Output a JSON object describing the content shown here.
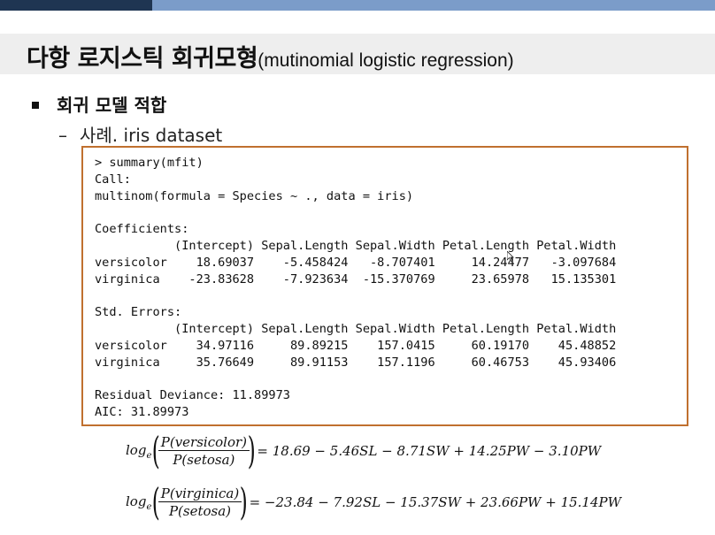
{
  "slide": {
    "title_korean": "다항 로지스틱 회귀모형",
    "title_english": "(mutinomial logistic regression)",
    "bullet": "회귀 모델 적합",
    "sub_bullet_dash": "–",
    "sub_bullet": "사례. iris dataset"
  },
  "console": {
    "lines": [
      "> summary(mfit)",
      "Call:",
      "multinom(formula = Species ~ ., data = iris)",
      "",
      "Coefficients:",
      "           (Intercept) Sepal.Length Sepal.Width Petal.Length Petal.Width",
      "versicolor    18.69037    -5.458424   -8.707401     14.24477   -3.097684",
      "virginica    -23.83628    -7.923634  -15.370769     23.65978   15.135301",
      "",
      "Std. Errors:",
      "           (Intercept) Sepal.Length Sepal.Width Petal.Length Petal.Width",
      "versicolor    34.97116     89.89215    157.0415     60.19170    45.48852",
      "virginica     35.76649     89.91153    157.1196     60.46753    45.93406",
      "",
      "Residual Deviance: 11.89973",
      "AIC: 31.89973"
    ]
  },
  "formulas": {
    "f1": {
      "log_prefix": "log",
      "log_base": "e",
      "numerator": "P(versicolor)",
      "denominator": "P(setosa)",
      "rhs": "= 18.69 − 5.46SL − 8.71SW + 14.25PW  − 3.10PW"
    },
    "f2": {
      "log_prefix": "log",
      "log_base": "e",
      "numerator": "P(virginica)",
      "denominator": "P(setosa)",
      "rhs": "= −23.84 − 7.92SL − 15.37SW + 23.66PW + 15.14PW"
    }
  },
  "colors": {
    "accent_border": "#c0702f",
    "topbar_dark": "#1f3552",
    "topbar_light": "#7b9cc9"
  }
}
